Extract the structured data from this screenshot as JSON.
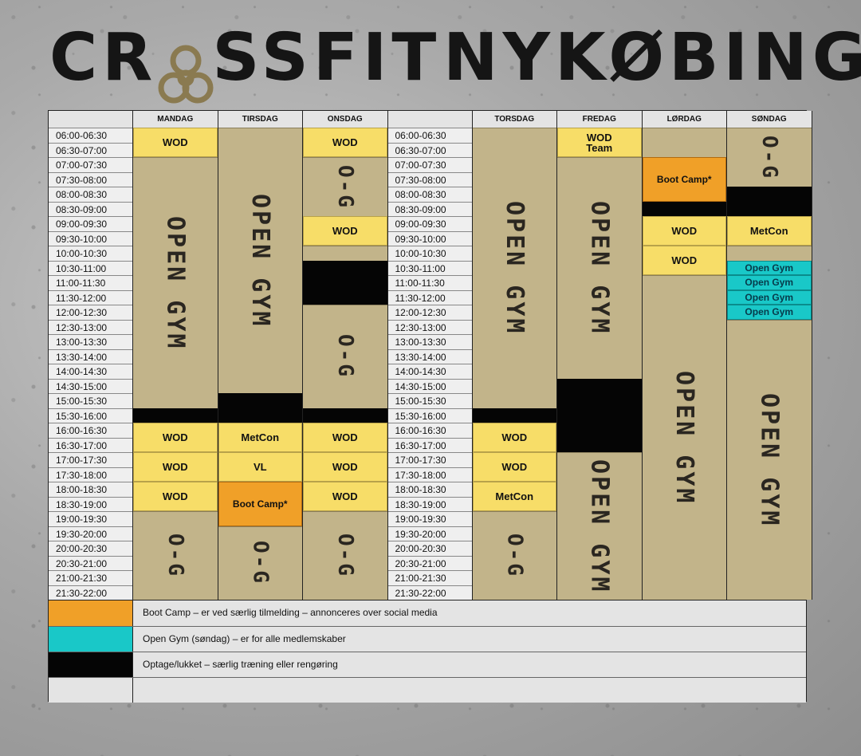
{
  "title": {
    "part1": "CR  SSFIT",
    "part2": "NYKØBING"
  },
  "days": [
    "MANDAG",
    "TIRSDAG",
    "ONSDAG",
    "TORSDAG",
    "FREDAG",
    "LØRDAG",
    "SØNDAG"
  ],
  "times": [
    "06:00-06:30",
    "06:30-07:00",
    "07:00-07:30",
    "07:30-08:00",
    "08:00-08:30",
    "08:30-09:00",
    "09:00-09:30",
    "09:30-10:00",
    "10:00-10:30",
    "10:30-11:00",
    "11:00-11:30",
    "11:30-12:00",
    "12:00-12:30",
    "12:30-13:00",
    "13:00-13:30",
    "13:30-14:00",
    "14:00-14:30",
    "14:30-15:00",
    "15:00-15:30",
    "15:30-16:00",
    "16:00-16:30",
    "16:30-17:00",
    "17:00-17:30",
    "17:30-18:00",
    "18:00-18:30",
    "18:30-19:00",
    "19:00-19:30",
    "19:30-20:00",
    "20:00-20:30",
    "20:30-21:00",
    "21:00-21:30",
    "21:30-22:00"
  ],
  "schedule": [
    [
      {
        "s": 0,
        "n": 2,
        "t": "yel",
        "l": "WOD"
      },
      {
        "s": 2,
        "n": 17,
        "t": "tan",
        "l": "OPEN GYM",
        "v": true
      },
      {
        "s": 19,
        "n": 1,
        "t": "black"
      },
      {
        "s": 20,
        "n": 2,
        "t": "yel",
        "l": "WOD"
      },
      {
        "s": 22,
        "n": 2,
        "t": "yel",
        "l": "WOD"
      },
      {
        "s": 24,
        "n": 2,
        "t": "yel",
        "l": "WOD"
      },
      {
        "s": 26,
        "n": 6,
        "t": "tan",
        "l": "O-G",
        "v": true
      }
    ],
    [
      {
        "s": 0,
        "n": 18,
        "t": "tan",
        "l": "OPEN GYM",
        "v": true
      },
      {
        "s": 18,
        "n": 2,
        "t": "black"
      },
      {
        "s": 20,
        "n": 2,
        "t": "yel",
        "l": "MetCon"
      },
      {
        "s": 22,
        "n": 2,
        "t": "yel",
        "l": "VL"
      },
      {
        "s": 24,
        "n": 3,
        "t": "org",
        "l": "Boot Camp*"
      },
      {
        "s": 27,
        "n": 5,
        "t": "tan",
        "l": "O-G",
        "v": true
      }
    ],
    [
      {
        "s": 0,
        "n": 2,
        "t": "yel",
        "l": "WOD"
      },
      {
        "s": 2,
        "n": 4,
        "t": "tan",
        "l": "O-G",
        "v": true
      },
      {
        "s": 6,
        "n": 2,
        "t": "yel",
        "l": "WOD"
      },
      {
        "s": 8,
        "n": 1,
        "t": "tan"
      },
      {
        "s": 9,
        "n": 3,
        "t": "black"
      },
      {
        "s": 12,
        "n": 7,
        "t": "tan",
        "l": "O-G",
        "v": true
      },
      {
        "s": 19,
        "n": 1,
        "t": "black"
      },
      {
        "s": 20,
        "n": 2,
        "t": "yel",
        "l": "WOD"
      },
      {
        "s": 22,
        "n": 2,
        "t": "yel",
        "l": "WOD"
      },
      {
        "s": 24,
        "n": 2,
        "t": "yel",
        "l": "WOD"
      },
      {
        "s": 26,
        "n": 6,
        "t": "tan",
        "l": "O-G",
        "v": true
      }
    ],
    [
      {
        "s": 0,
        "n": 19,
        "t": "tan",
        "l": "OPEN GYM",
        "v": true
      },
      {
        "s": 19,
        "n": 1,
        "t": "black"
      },
      {
        "s": 20,
        "n": 2,
        "t": "yel",
        "l": "WOD"
      },
      {
        "s": 22,
        "n": 2,
        "t": "yel",
        "l": "WOD"
      },
      {
        "s": 24,
        "n": 2,
        "t": "yel",
        "l": "MetCon"
      },
      {
        "s": 26,
        "n": 6,
        "t": "tan",
        "l": "O-G",
        "v": true
      }
    ],
    [
      {
        "s": 0,
        "n": 2,
        "t": "yel",
        "l": "WOD\nTeam"
      },
      {
        "s": 2,
        "n": 15,
        "t": "tan",
        "l": "OPEN GYM",
        "v": true
      },
      {
        "s": 17,
        "n": 5,
        "t": "black"
      },
      {
        "s": 22,
        "n": 10,
        "t": "tan",
        "l": "OPEN GYM",
        "v": true
      }
    ],
    [
      {
        "s": 0,
        "n": 2,
        "t": "tan"
      },
      {
        "s": 2,
        "n": 3,
        "t": "org",
        "l": "Boot Camp*"
      },
      {
        "s": 5,
        "n": 1,
        "t": "black"
      },
      {
        "s": 6,
        "n": 2,
        "t": "yel",
        "l": "WOD"
      },
      {
        "s": 8,
        "n": 2,
        "t": "yel",
        "l": "WOD"
      },
      {
        "s": 10,
        "n": 22,
        "t": "tan",
        "l": "OPEN GYM",
        "v": true
      }
    ],
    [
      {
        "s": 0,
        "n": 4,
        "t": "tan",
        "l": "O-G",
        "v": true
      },
      {
        "s": 4,
        "n": 2,
        "t": "black"
      },
      {
        "s": 6,
        "n": 2,
        "t": "yel",
        "l": "MetCon"
      },
      {
        "s": 8,
        "n": 1,
        "t": "tan"
      },
      {
        "s": 9,
        "n": 1,
        "t": "cyan",
        "l": "Open Gym"
      },
      {
        "s": 10,
        "n": 1,
        "t": "cyan",
        "l": "Open Gym"
      },
      {
        "s": 11,
        "n": 1,
        "t": "cyan",
        "l": "Open Gym"
      },
      {
        "s": 12,
        "n": 1,
        "t": "cyan",
        "l": "Open Gym"
      },
      {
        "s": 13,
        "n": 19,
        "t": "tan",
        "l": "OPEN GYM",
        "v": true
      }
    ]
  ],
  "legend": [
    {
      "color": "#f0a028",
      "text": "Boot Camp – er ved særlig tilmelding – annonceres over social media"
    },
    {
      "color": "#19c8c8",
      "text": "Open Gym (søndag) – er for alle medlemskaber"
    },
    {
      "color": "#050505",
      "text": "Optage/lukket – særlig træning eller rengøring"
    },
    {
      "color": "#e4e4e4",
      "text": ""
    }
  ]
}
